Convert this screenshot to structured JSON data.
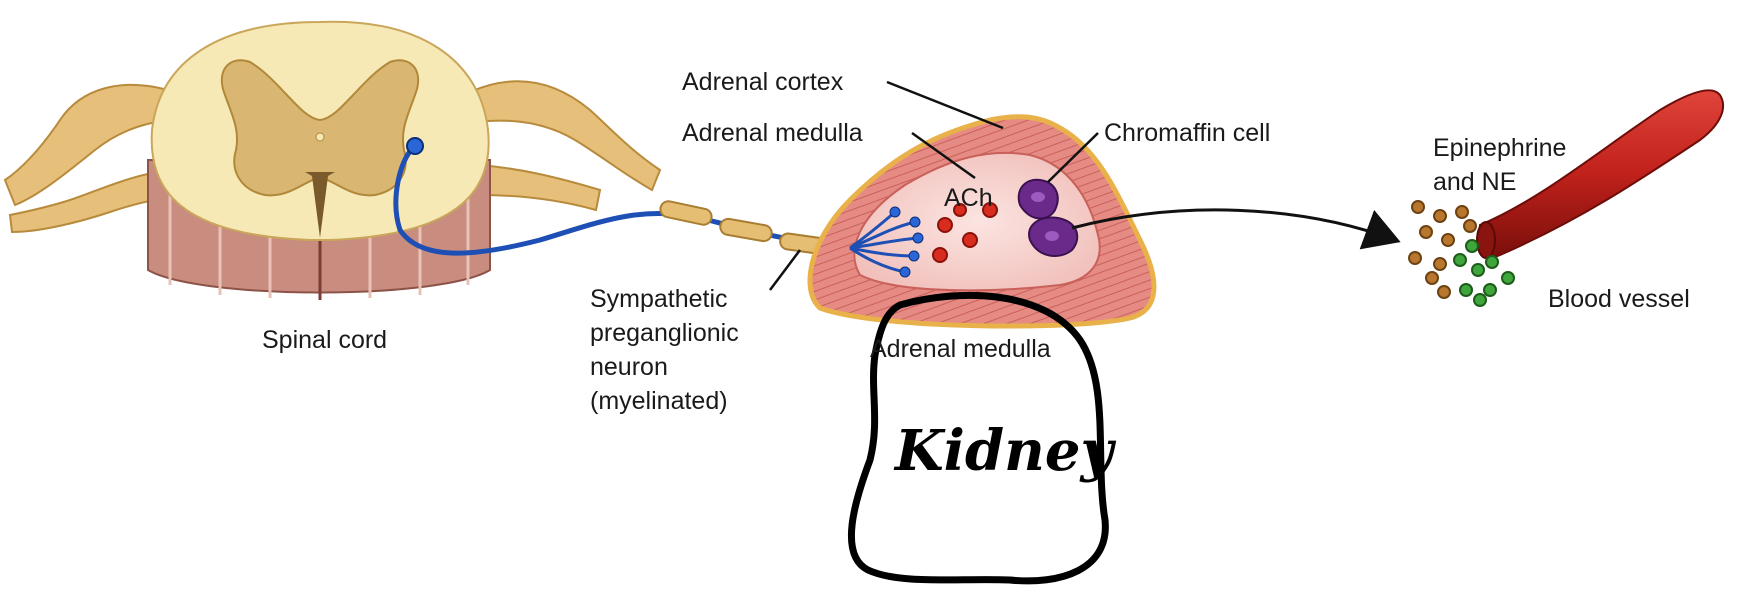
{
  "diagram": {
    "labels": {
      "spinal_cord": "Spinal cord",
      "sympathetic_neuron": [
        "Sympathetic",
        "preganglionic",
        "neuron",
        "(myelinated)"
      ],
      "adrenal_cortex": "Adrenal cortex",
      "adrenal_medulla_top": "Adrenal medulla",
      "adrenal_medulla_bottom": "Adrenal medulla",
      "chromaffin_cell": "Chromaffin cell",
      "ach": "ACh",
      "epinephrine_ne": [
        "Epinephrine",
        "and NE"
      ],
      "blood_vessel": "Blood vessel"
    },
    "annotation": {
      "handwritten": "Kidney"
    },
    "colors": {
      "spinal_outer": "#f7e9b6",
      "spinal_grey": "#d9b772",
      "nerve_root": "#e6c07a",
      "muscle": "#c98d7f",
      "neuron_axon": "#1e4fb5",
      "myelin": "#e5be74",
      "adrenal_cortex": "#e58b84",
      "adrenal_medulla": "#f6d4d0",
      "adrenal_border": "#e9b14a",
      "ach_dots": "#d82c1f",
      "chromaffin": "#6a2a8a",
      "epinephrine_dots": "#b8772c",
      "ne_dots": "#3fa63c",
      "blood_vessel": "#c0211b"
    }
  }
}
